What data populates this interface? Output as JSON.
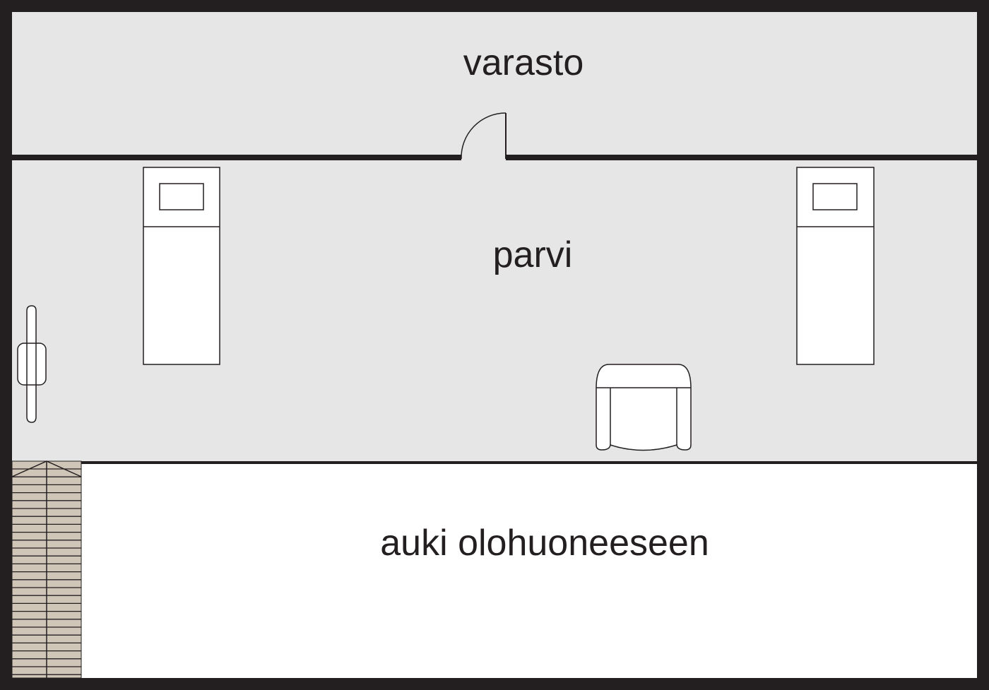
{
  "rooms": {
    "storage": "varasto",
    "loft": "parvi",
    "open_area": "auki olohuoneeseen"
  },
  "colors": {
    "wall": "#231f20",
    "room_fill": "#e6e6e6",
    "open_fill": "#ffffff",
    "stairs": "#d0c6b8"
  }
}
